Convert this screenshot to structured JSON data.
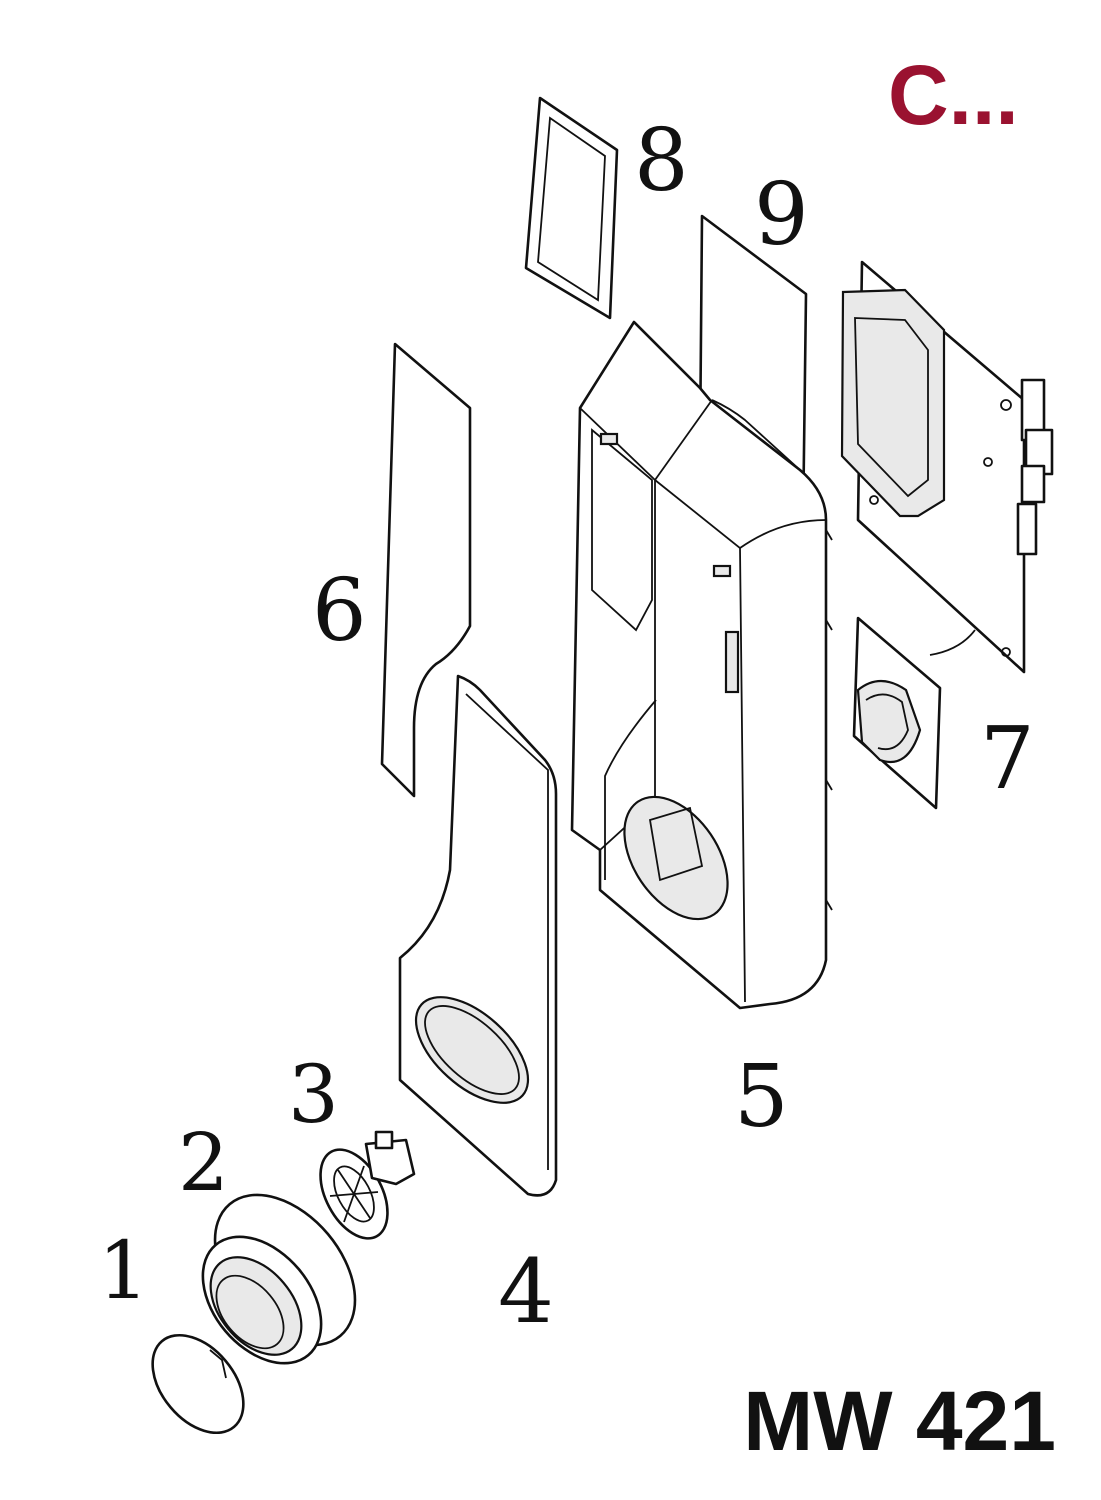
{
  "brand": {
    "mark": "C...",
    "mark_color": "#9a1230",
    "model": "MW 421"
  },
  "parts": [
    {
      "id": "part-1",
      "label": "1"
    },
    {
      "id": "part-2",
      "label": "2"
    },
    {
      "id": "part-3",
      "label": "3"
    },
    {
      "id": "part-4",
      "label": "4"
    },
    {
      "id": "part-5",
      "label": "5"
    },
    {
      "id": "part-6",
      "label": "6"
    },
    {
      "id": "part-7",
      "label": "7"
    },
    {
      "id": "part-8",
      "label": "8"
    },
    {
      "id": "part-9",
      "label": "9"
    }
  ]
}
